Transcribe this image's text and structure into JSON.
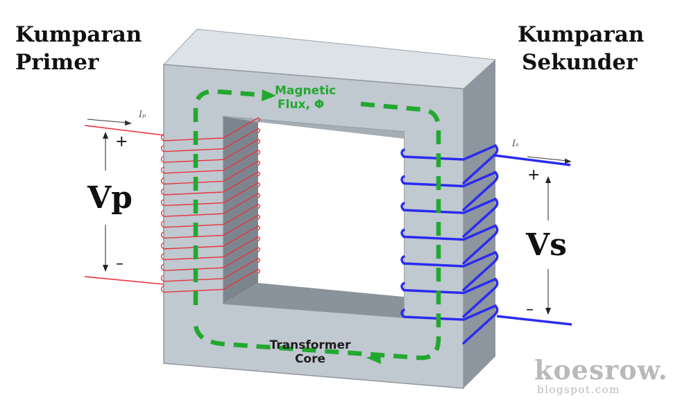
{
  "labels": {
    "primary_coil": [
      "Kumparan",
      "Primer"
    ],
    "secondary_coil": [
      "Kumparan",
      "Sekunder"
    ],
    "primary_voltage": "Vp",
    "secondary_voltage": "Vs",
    "magnetic_flux": [
      "Magnetic",
      "Flux, Φ"
    ],
    "core": [
      "Transformer",
      "Core"
    ],
    "primary_current": "Iₚ",
    "secondary_current": "Iₛ",
    "plus": "+",
    "minus": "–"
  },
  "watermark": {
    "main": "koesrow.",
    "sub": "blogspot.com"
  },
  "colors": {
    "core_front": "#c0c8d0",
    "core_top": "#dde2e7",
    "core_side": "#8d959e",
    "window_shadow": "#7c858e",
    "primary_winding": "#e8333a",
    "secondary_winding": "#2b2bf0",
    "flux": "#22a82e"
  },
  "icons": [
    "flux-arrow-icon",
    "current-arrow-icon",
    "voltage-arrow-icon"
  ]
}
